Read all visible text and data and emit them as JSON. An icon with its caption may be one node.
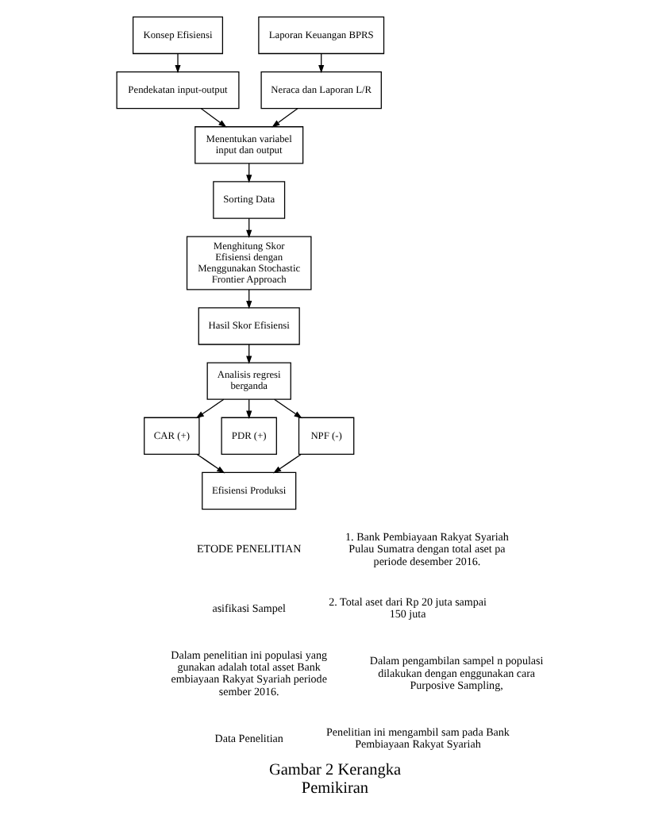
{
  "diagram": {
    "caption": "Gambar 2 Kerangka Pemikiran",
    "nodes": [
      {
        "text": [
          "Konsep Efisiensi"
        ]
      },
      {
        "text": [
          "Pendekatan input-output"
        ]
      },
      {
        "text": [
          "Laporan Keuangan BPRS"
        ]
      },
      {
        "text": [
          "Neraca dan Laporan L/R"
        ]
      },
      {
        "text": [
          "Menentukan variabel input dan output"
        ]
      },
      {
        "text": [
          "Sorting Data"
        ]
      },
      {
        "text": [
          "Menghitung Skor Efisiensi dengan Menggunakan Stochastic Frontier Approach"
        ]
      },
      {
        "text": [
          "Hasil Skor Efisiensi"
        ]
      },
      {
        "text": [
          "Analisis regresi berganda"
        ]
      },
      {
        "text": [
          "CAR (+)"
        ]
      },
      {
        "text": [
          "PDR (+)"
        ]
      },
      {
        "text": [
          "NPF (-)"
        ]
      },
      {
        "text": [
          "Efisiensi Produksi"
        ]
      }
    ],
    "edges": [
      {
        "from": 0,
        "to": 1,
        "arrow": "to"
      },
      {
        "from": 2,
        "to": 3,
        "arrow": "to"
      },
      {
        "from": 1,
        "to": 4,
        "arrow": "to"
      },
      {
        "from": 3,
        "to": 4,
        "arrow": "to"
      },
      {
        "from": 4,
        "to": 5,
        "arrow": "to"
      },
      {
        "from": 5,
        "to": 6,
        "arrow": "to"
      },
      {
        "from": 6,
        "to": 7,
        "arrow": "to"
      },
      {
        "from": 7,
        "to": 8,
        "arrow": "to"
      },
      {
        "from": 8,
        "to": 9,
        "arrow": "to"
      },
      {
        "from": 8,
        "to": 10,
        "arrow": "to"
      },
      {
        "from": 8,
        "to": 11,
        "arrow": "to"
      },
      {
        "from": 9,
        "to": 12,
        "arrow": "to"
      },
      {
        "from": 11,
        "to": 12,
        "arrow": "to"
      }
    ],
    "labels": [
      "ETODE PENELITIAN",
      "1. Bank Pembiayaan Rakyat Syariah Pulau Sumatra dengan total aset pa periode desember 2016.",
      "asifikasi Sampel",
      "2. Total aset dari Rp 20 juta sampai 150 juta",
      "Dalam penelitian ini populasi yang gunakan adalah total asset Bank embiayaan Rakyat Syariah periode sember 2016.",
      "Dalam pengambilan sampel n populasi dilakukan dengan enggunakan cara Purposive Sampling,",
      "Data Penelitian",
      "Penelitian ini mengambil sam pada Bank Pembiayaan Rakyat Syariah"
    ]
  }
}
